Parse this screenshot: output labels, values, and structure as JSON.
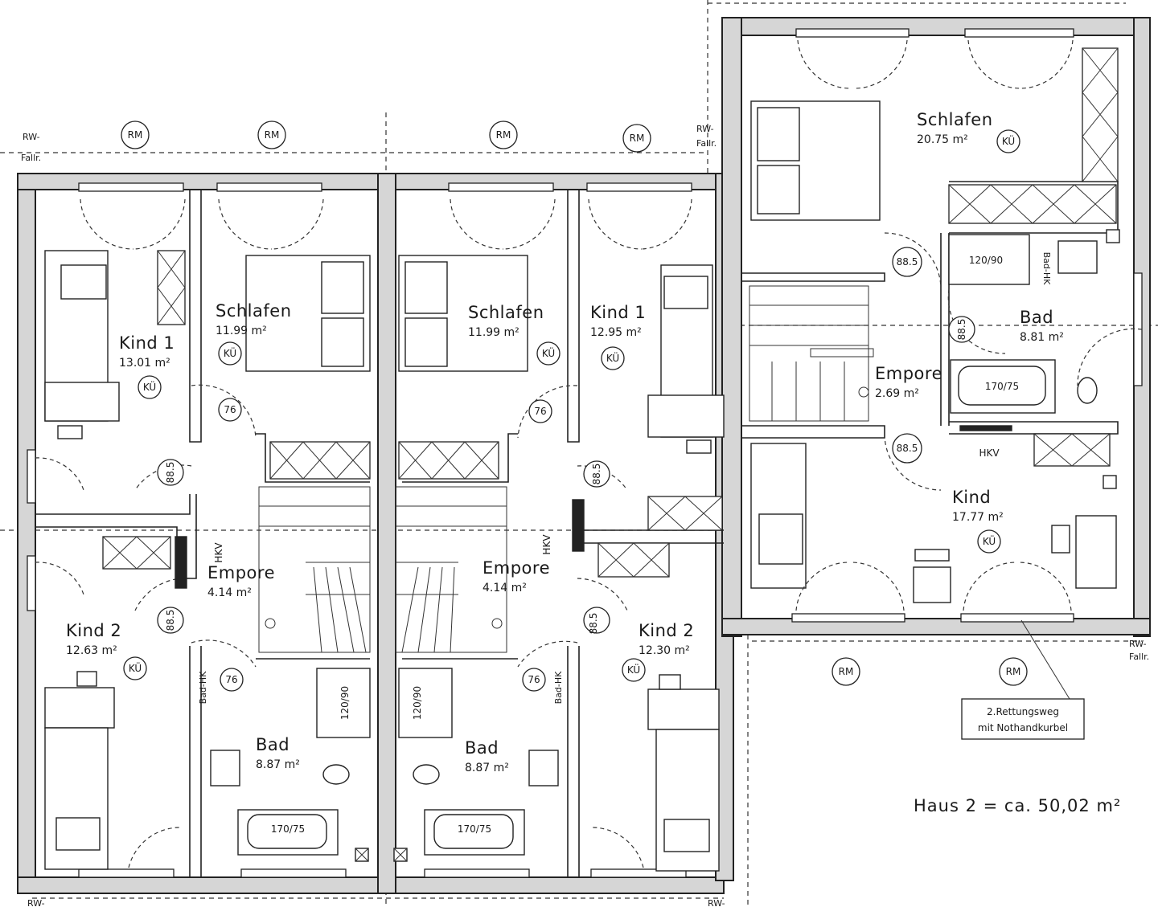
{
  "plan": {
    "rm_markers": [
      "RM",
      "RM",
      "RM",
      "RM",
      "RM",
      "RM"
    ],
    "rw_labels": {
      "top_left": [
        "RW-",
        "Fallr."
      ],
      "top_right": [
        "RW-",
        "Fallr."
      ],
      "right": [
        "RW-",
        "Fallr."
      ],
      "bottom_left": [
        "RW-"
      ],
      "bottom_right": [
        "RW-"
      ]
    },
    "ku_label": "KÜ",
    "hkv_label": "HKV",
    "badhk_label": "Bad-HK",
    "house_a": {
      "kind1": {
        "name": "Kind 1",
        "area": "13.01 m²"
      },
      "schlafen": {
        "name": "Schlafen",
        "area": "11.99 m²"
      },
      "empore": {
        "name": "Empore",
        "area": "4.14 m²"
      },
      "kind2": {
        "name": "Kind 2",
        "area": "12.63 m²"
      },
      "bad": {
        "name": "Bad",
        "area": "8.87 m²"
      },
      "door_widths": [
        "76",
        "88.5",
        "88.5",
        "76"
      ],
      "shower": "120/90",
      "tub": "170/75"
    },
    "house_b": {
      "schlafen": {
        "name": "Schlafen",
        "area": "11.99 m²"
      },
      "kind1": {
        "name": "Kind 1",
        "area": "12.95 m²"
      },
      "empore": {
        "name": "Empore",
        "area": "4.14 m²"
      },
      "kind2": {
        "name": "Kind 2",
        "area": "12.30 m²"
      },
      "bad": {
        "name": "Bad",
        "area": "8.87 m²"
      },
      "door_widths": [
        "76",
        "88.5",
        "88.5",
        "76"
      ],
      "shower": "120/90",
      "tub": "170/75"
    },
    "house_c": {
      "schlafen": {
        "name": "Schlafen",
        "area": "20.75 m²"
      },
      "bad": {
        "name": "Bad",
        "area": "8.81 m²"
      },
      "empore": {
        "name": "Empore",
        "area": "2.69 m²"
      },
      "kind": {
        "name": "Kind",
        "area": "17.77 m²"
      },
      "door_widths": [
        "88.5",
        "88.5",
        "88.5"
      ],
      "shower": "120/90",
      "tub": "170/75"
    },
    "note": {
      "line1": "2.Rettungsweg",
      "line2": "mit Nothandkurbel"
    },
    "total_area": "Haus 2 = ca. 50,02 m²"
  }
}
